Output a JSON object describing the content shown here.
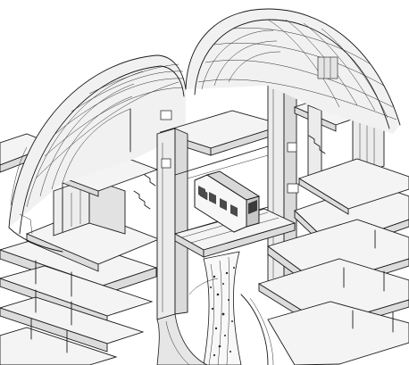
{
  "drawing": {
    "style": "isometric-cutaway-line-drawing",
    "colors": {
      "line": "#1a1a1a",
      "paper": "#ffffff",
      "slab_top": "#f4f4f4",
      "slab_side": "#dcdcdc",
      "glass": "#eaeaea",
      "shadow": "#b8b8b8"
    },
    "components": [
      "left-glass-dome",
      "right-glass-dome",
      "left-building-floors",
      "right-building-floors",
      "central-tower",
      "monorail-car",
      "rail-bridge",
      "waterfall",
      "lower-plaza"
    ]
  }
}
